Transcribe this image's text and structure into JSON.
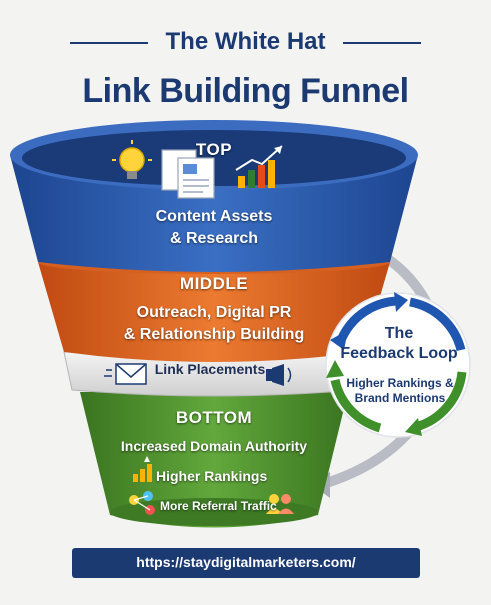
{
  "title": {
    "line1": "The White Hat",
    "line2": "Link Building Funnel"
  },
  "funnel": {
    "top": {
      "title": "TOP",
      "text_line1": "Content Assets",
      "text_line2": "& Research",
      "icons": [
        "lightbulb-icon",
        "documents-icon",
        "growth-chart-icon"
      ]
    },
    "middle": {
      "title": "MIDDLE",
      "text_line1": "Outreach, Digital PR",
      "text_line2": "& Relationship Building"
    },
    "band": {
      "label": "Link Placements",
      "icons": [
        "envelope-icon",
        "megaphone-icon"
      ]
    },
    "bottom": {
      "title": "BOTTOM",
      "item1": "Increased Domain Authority",
      "item2": "Higher Rankings",
      "item3": "More Referral Traffic",
      "icons": [
        "rising-bars-icon",
        "network-people-icon",
        "people-group-icon"
      ]
    }
  },
  "feedback_loop": {
    "title_line1": "The",
    "title_line2": "Feedback Loop",
    "sub_line1": "Higher Rankings &",
    "sub_line2": "Brand Mentions"
  },
  "footer": {
    "url": "https://staydigitalmarketers.com/"
  },
  "colors": {
    "navy": "#1c3a72",
    "top_blue": "#2f60b4",
    "middle_orange": "#e0621e",
    "bottom_green": "#4f9030",
    "band_gray": "#e4e4e4"
  }
}
